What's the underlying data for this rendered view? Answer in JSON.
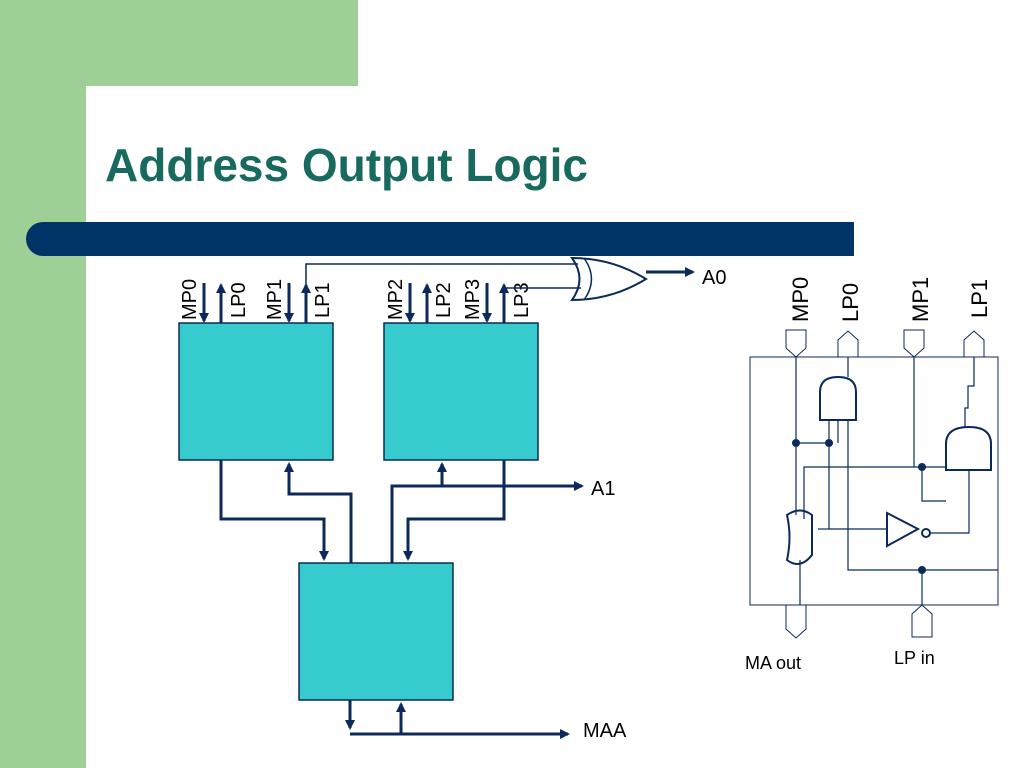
{
  "slide": {
    "title": "Address Output Logic",
    "colors": {
      "accent_green": "#9ecf97",
      "title_teal": "#186a5f",
      "bar_navy": "#003366",
      "block_cyan": "#36cbcd",
      "wire_navy": "#0b2a5a"
    }
  },
  "left_diagram": {
    "block1_signals": [
      "MP0",
      "LP0",
      "MP1",
      "LP1"
    ],
    "block2_signals": [
      "MP2",
      "LP2",
      "MP3",
      "LP3"
    ],
    "outputs": {
      "a0": "A0",
      "a1": "A1",
      "maa": "MAA"
    }
  },
  "right_diagram": {
    "top_signals": [
      "MP0",
      "LP0",
      "MP1",
      "LP1"
    ],
    "bottom_labels": {
      "ma_out": "MA out",
      "lp_in": "LP in"
    }
  }
}
